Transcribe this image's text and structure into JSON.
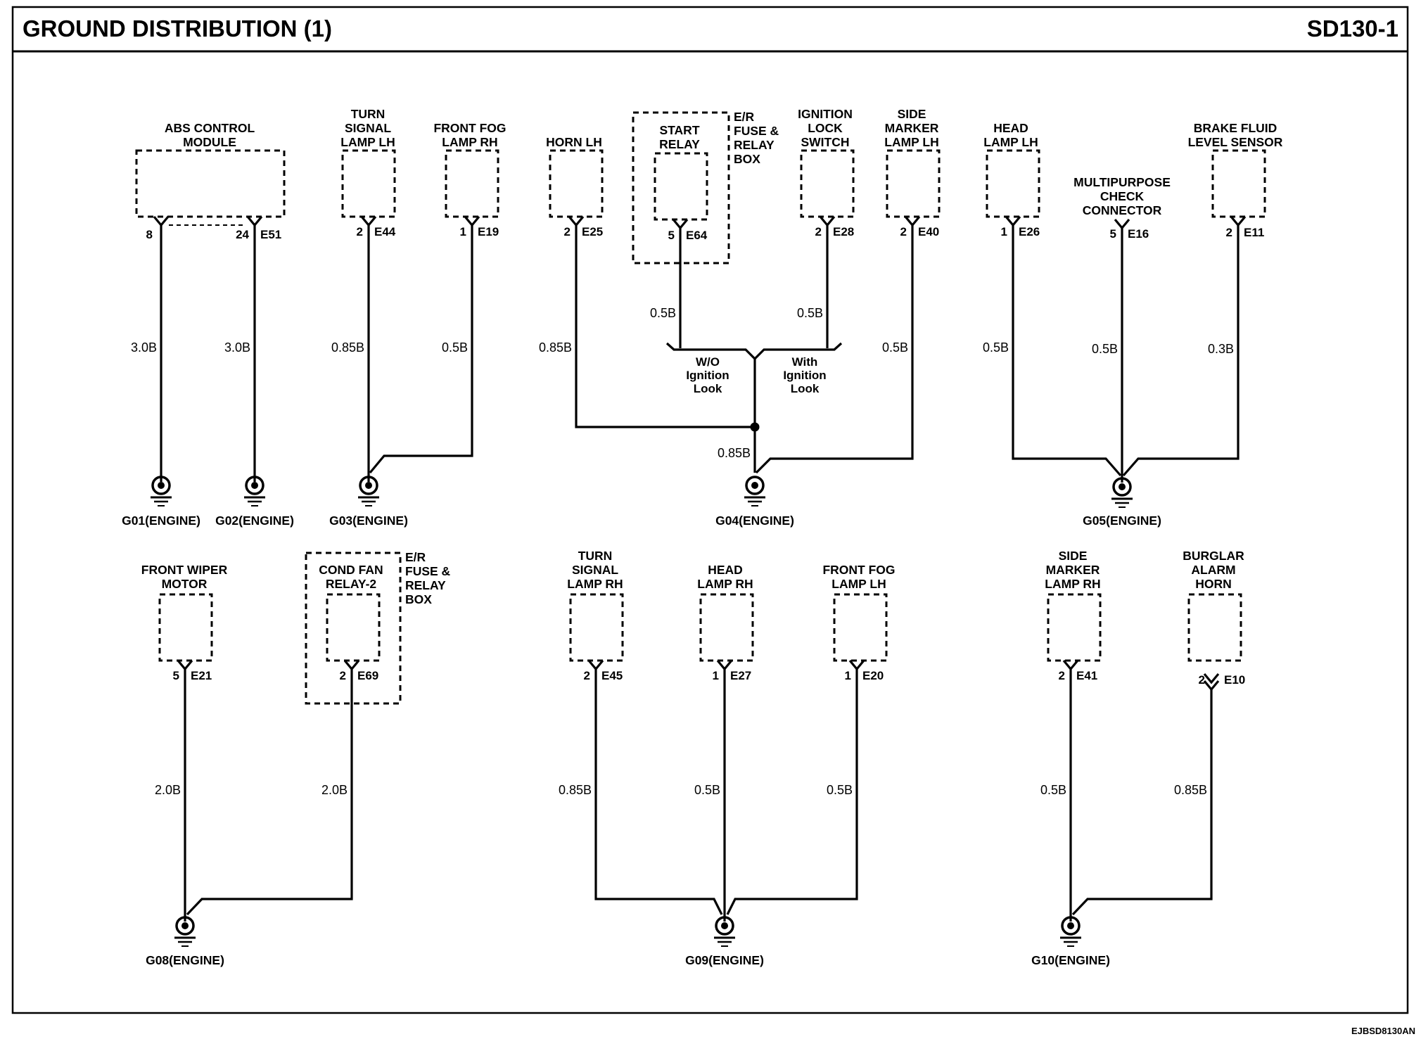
{
  "header": {
    "title": "GROUND DISTRIBUTION (1)",
    "page_code": "SD130-1"
  },
  "footer": {
    "code": "EJBSD8130AN"
  },
  "components": [
    {
      "id": "abs",
      "lines": [
        "ABS CONTROL",
        "MODULE"
      ]
    },
    {
      "id": "tsl",
      "lines": [
        "TURN",
        "SIGNAL",
        "LAMP LH"
      ]
    },
    {
      "id": "ffr",
      "lines": [
        "FRONT FOG",
        "LAMP RH"
      ]
    },
    {
      "id": "hornlh",
      "lines": [
        "HORN LH"
      ]
    },
    {
      "id": "start",
      "lines": [
        "START",
        "RELAY"
      ]
    },
    {
      "id": "erbox1",
      "lines": [
        "E/R",
        "FUSE &",
        "RELAY",
        "BOX"
      ]
    },
    {
      "id": "ign",
      "lines": [
        "IGNITION",
        "LOCK",
        "SWITCH"
      ]
    },
    {
      "id": "sml",
      "lines": [
        "SIDE",
        "MARKER",
        "LAMP LH"
      ]
    },
    {
      "id": "hll",
      "lines": [
        "HEAD",
        "LAMP LH"
      ]
    },
    {
      "id": "mpc",
      "lines": [
        "MULTIPURPOSE",
        "CHECK",
        "CONNECTOR"
      ]
    },
    {
      "id": "bfl",
      "lines": [
        "BRAKE FLUID",
        "LEVEL SENSOR"
      ]
    },
    {
      "id": "fwm",
      "lines": [
        "FRONT WIPER",
        "MOTOR"
      ]
    },
    {
      "id": "cfr",
      "lines": [
        "COND FAN",
        "RELAY-2"
      ]
    },
    {
      "id": "erbox2",
      "lines": [
        "E/R",
        "FUSE &",
        "RELAY",
        "BOX"
      ]
    },
    {
      "id": "tsr",
      "lines": [
        "TURN",
        "SIGNAL",
        "LAMP RH"
      ]
    },
    {
      "id": "hlr",
      "lines": [
        "HEAD",
        "LAMP RH"
      ]
    },
    {
      "id": "ffl",
      "lines": [
        "FRONT FOG",
        "LAMP LH"
      ]
    },
    {
      "id": "smr",
      "lines": [
        "SIDE",
        "MARKER",
        "LAMP RH"
      ]
    },
    {
      "id": "bah",
      "lines": [
        "BURGLAR",
        "ALARM",
        "HORN"
      ]
    }
  ],
  "pins": [
    {
      "id": "abs8",
      "pin": "8",
      "conn": ""
    },
    {
      "id": "abs24",
      "pin": "24",
      "conn": "E51"
    },
    {
      "id": "tsl",
      "pin": "2",
      "conn": "E44"
    },
    {
      "id": "ffr",
      "pin": "1",
      "conn": "E19"
    },
    {
      "id": "hornlh",
      "pin": "2",
      "conn": "E25"
    },
    {
      "id": "start",
      "pin": "5",
      "conn": "E64"
    },
    {
      "id": "ign",
      "pin": "2",
      "conn": "E28"
    },
    {
      "id": "sml",
      "pin": "2",
      "conn": "E40"
    },
    {
      "id": "hll",
      "pin": "1",
      "conn": "E26"
    },
    {
      "id": "mpc",
      "pin": "5",
      "conn": "E16"
    },
    {
      "id": "bfl",
      "pin": "2",
      "conn": "E11"
    },
    {
      "id": "fwm",
      "pin": "5",
      "conn": "E21"
    },
    {
      "id": "cfr",
      "pin": "2",
      "conn": "E69"
    },
    {
      "id": "tsr",
      "pin": "2",
      "conn": "E45"
    },
    {
      "id": "hlr",
      "pin": "1",
      "conn": "E27"
    },
    {
      "id": "ffl",
      "pin": "1",
      "conn": "E20"
    },
    {
      "id": "smr",
      "pin": "2",
      "conn": "E41"
    },
    {
      "id": "bah",
      "pin": "2",
      "conn": "E10"
    }
  ],
  "wires": [
    {
      "id": "w-abs8",
      "gauge": "3.0B"
    },
    {
      "id": "w-abs24",
      "gauge": "3.0B"
    },
    {
      "id": "w-tsl",
      "gauge": "0.85B"
    },
    {
      "id": "w-ffr",
      "gauge": "0.5B"
    },
    {
      "id": "w-horn",
      "gauge": "0.85B"
    },
    {
      "id": "w-start",
      "gauge": "0.5B"
    },
    {
      "id": "w-ign",
      "gauge": "0.5B"
    },
    {
      "id": "w-g04",
      "gauge": "0.85B"
    },
    {
      "id": "w-sml",
      "gauge": "0.5B"
    },
    {
      "id": "w-hll",
      "gauge": "0.5B"
    },
    {
      "id": "w-mpc",
      "gauge": "0.5B"
    },
    {
      "id": "w-bfl",
      "gauge": "0.3B"
    },
    {
      "id": "w-fwm",
      "gauge": "2.0B"
    },
    {
      "id": "w-cfr",
      "gauge": "2.0B"
    },
    {
      "id": "w-tsr",
      "gauge": "0.85B"
    },
    {
      "id": "w-hlr",
      "gauge": "0.5B"
    },
    {
      "id": "w-ffl",
      "gauge": "0.5B"
    },
    {
      "id": "w-smr",
      "gauge": "0.5B"
    },
    {
      "id": "w-bah",
      "gauge": "0.85B"
    }
  ],
  "options": {
    "wo": [
      "W/O",
      "Ignition",
      "Look"
    ],
    "with": [
      "With",
      "Ignition",
      "Look"
    ]
  },
  "grounds": [
    {
      "id": "G01",
      "label": "G01(ENGINE)"
    },
    {
      "id": "G02",
      "label": "G02(ENGINE)"
    },
    {
      "id": "G03",
      "label": "G03(ENGINE)"
    },
    {
      "id": "G04",
      "label": "G04(ENGINE)"
    },
    {
      "id": "G05",
      "label": "G05(ENGINE)"
    },
    {
      "id": "G08",
      "label": "G08(ENGINE)"
    },
    {
      "id": "G09",
      "label": "G09(ENGINE)"
    },
    {
      "id": "G10",
      "label": "G10(ENGINE)"
    }
  ]
}
